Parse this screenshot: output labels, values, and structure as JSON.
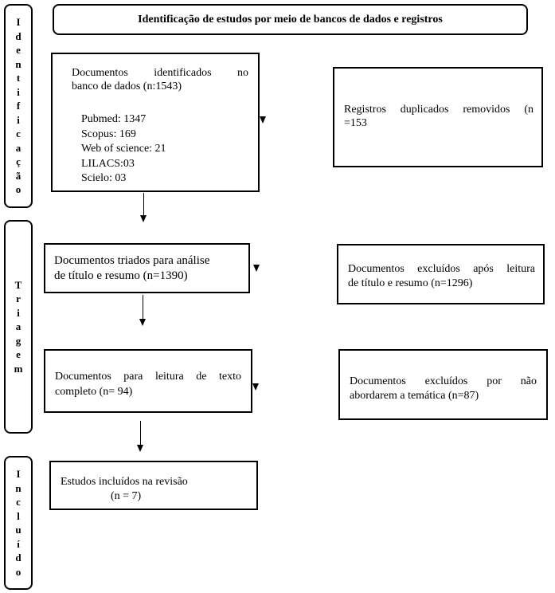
{
  "header": {
    "title": "Identificação de estudos por meio de bancos de dados e registros"
  },
  "stages": {
    "identification": [
      "I",
      "d",
      "e",
      "n",
      "t",
      "i",
      "f",
      "i",
      "c",
      "a",
      "ç",
      "ã",
      "o"
    ],
    "screening": [
      "T",
      "r",
      "i",
      "a",
      "g",
      "e",
      "m"
    ],
    "included": [
      "I",
      "n",
      "c",
      "l",
      "u",
      "í",
      "d",
      "o"
    ]
  },
  "boxes": {
    "identified": {
      "line1": "Documentos identificados no",
      "line2": "banco de dados (n:1543)",
      "sources": [
        "Pubmed: 1347",
        "Scopus: 169",
        "Web of science: 21",
        "LILACS:03",
        "Scielo: 03"
      ]
    },
    "duplicates": {
      "line1": "Registros duplicados removidos (n",
      "line2": "=153"
    },
    "screened": {
      "line1": "Documentos triados para análise",
      "line2": "de título e resumo (n=1390)"
    },
    "excluded_title": {
      "line1": "Documentos excluídos após leitura",
      "line2": "de título e resumo (n=1296)"
    },
    "fulltext": {
      "line1": "Documentos para leitura de texto",
      "line2": "completo (n= 94)"
    },
    "excluded_theme": {
      "line1": "Documentos excluídos por não",
      "line2": "abordarem a temática (n=87)"
    },
    "included": {
      "line1": "Estudos incluídos na revisão",
      "line2": "(n = 7)"
    }
  }
}
